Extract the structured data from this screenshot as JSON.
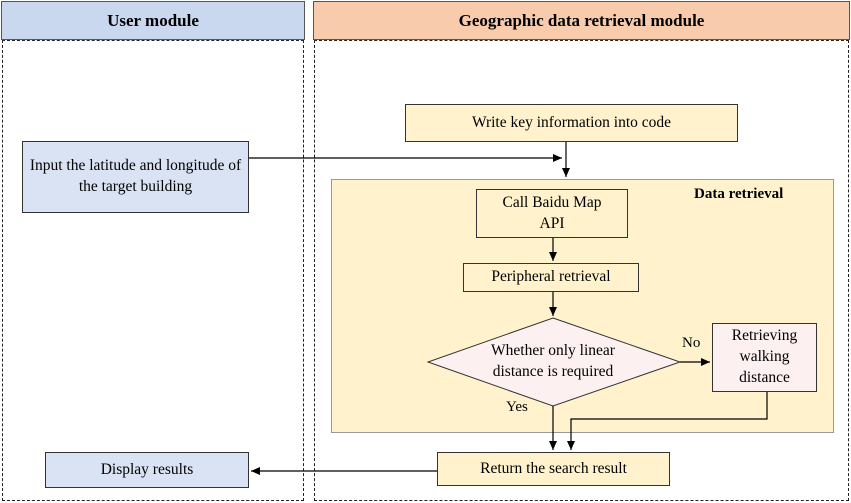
{
  "lanes": {
    "user": {
      "title": "User module",
      "header_color": "#c9d8ef"
    },
    "geo": {
      "title": "Geographic data retrieval module",
      "header_color": "#f8cbad"
    }
  },
  "region": {
    "title": "Data retrieval",
    "fill": "#fff2cc"
  },
  "nodes": {
    "input_coords": "Input the latitude and longitude of the target building",
    "write_key": "Write key information into code",
    "call_api": "Call Baidu Map API",
    "peripheral": "Peripheral retrieval",
    "decision": "Whether only linear distance is required",
    "walking": "Retrieving walking distance",
    "return_result": "Return the search result",
    "display": "Display results"
  },
  "edge_labels": {
    "no": "No",
    "yes": "Yes"
  },
  "colors": {
    "blue_box": "#dae3f3",
    "yellow_box": "#fff2cc",
    "pink_box": "#fdf0f0"
  }
}
